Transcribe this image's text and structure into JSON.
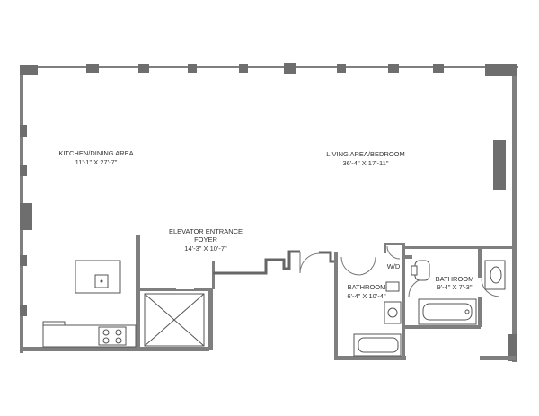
{
  "rooms": {
    "kitchen": {
      "name": "KITCHEN/DINING AREA",
      "dims": "11'-1\" X 27'-7\""
    },
    "living": {
      "name": "LIVING AREA/BEDROOM",
      "dims": "36'-4\" X 17'-11\""
    },
    "foyer": {
      "line1": "ELEVATOR ENTRANCE",
      "line2": "FOYER",
      "dims": "14'-3\" X 10'-7\""
    },
    "bath1": {
      "name": "BATHROOM",
      "dims": "6'-4\" X 10'-4\""
    },
    "bath2": {
      "name": "BATHROOM",
      "dims": "9'-4\" X 7'-3\""
    },
    "laundry": {
      "name": "W/D"
    }
  }
}
